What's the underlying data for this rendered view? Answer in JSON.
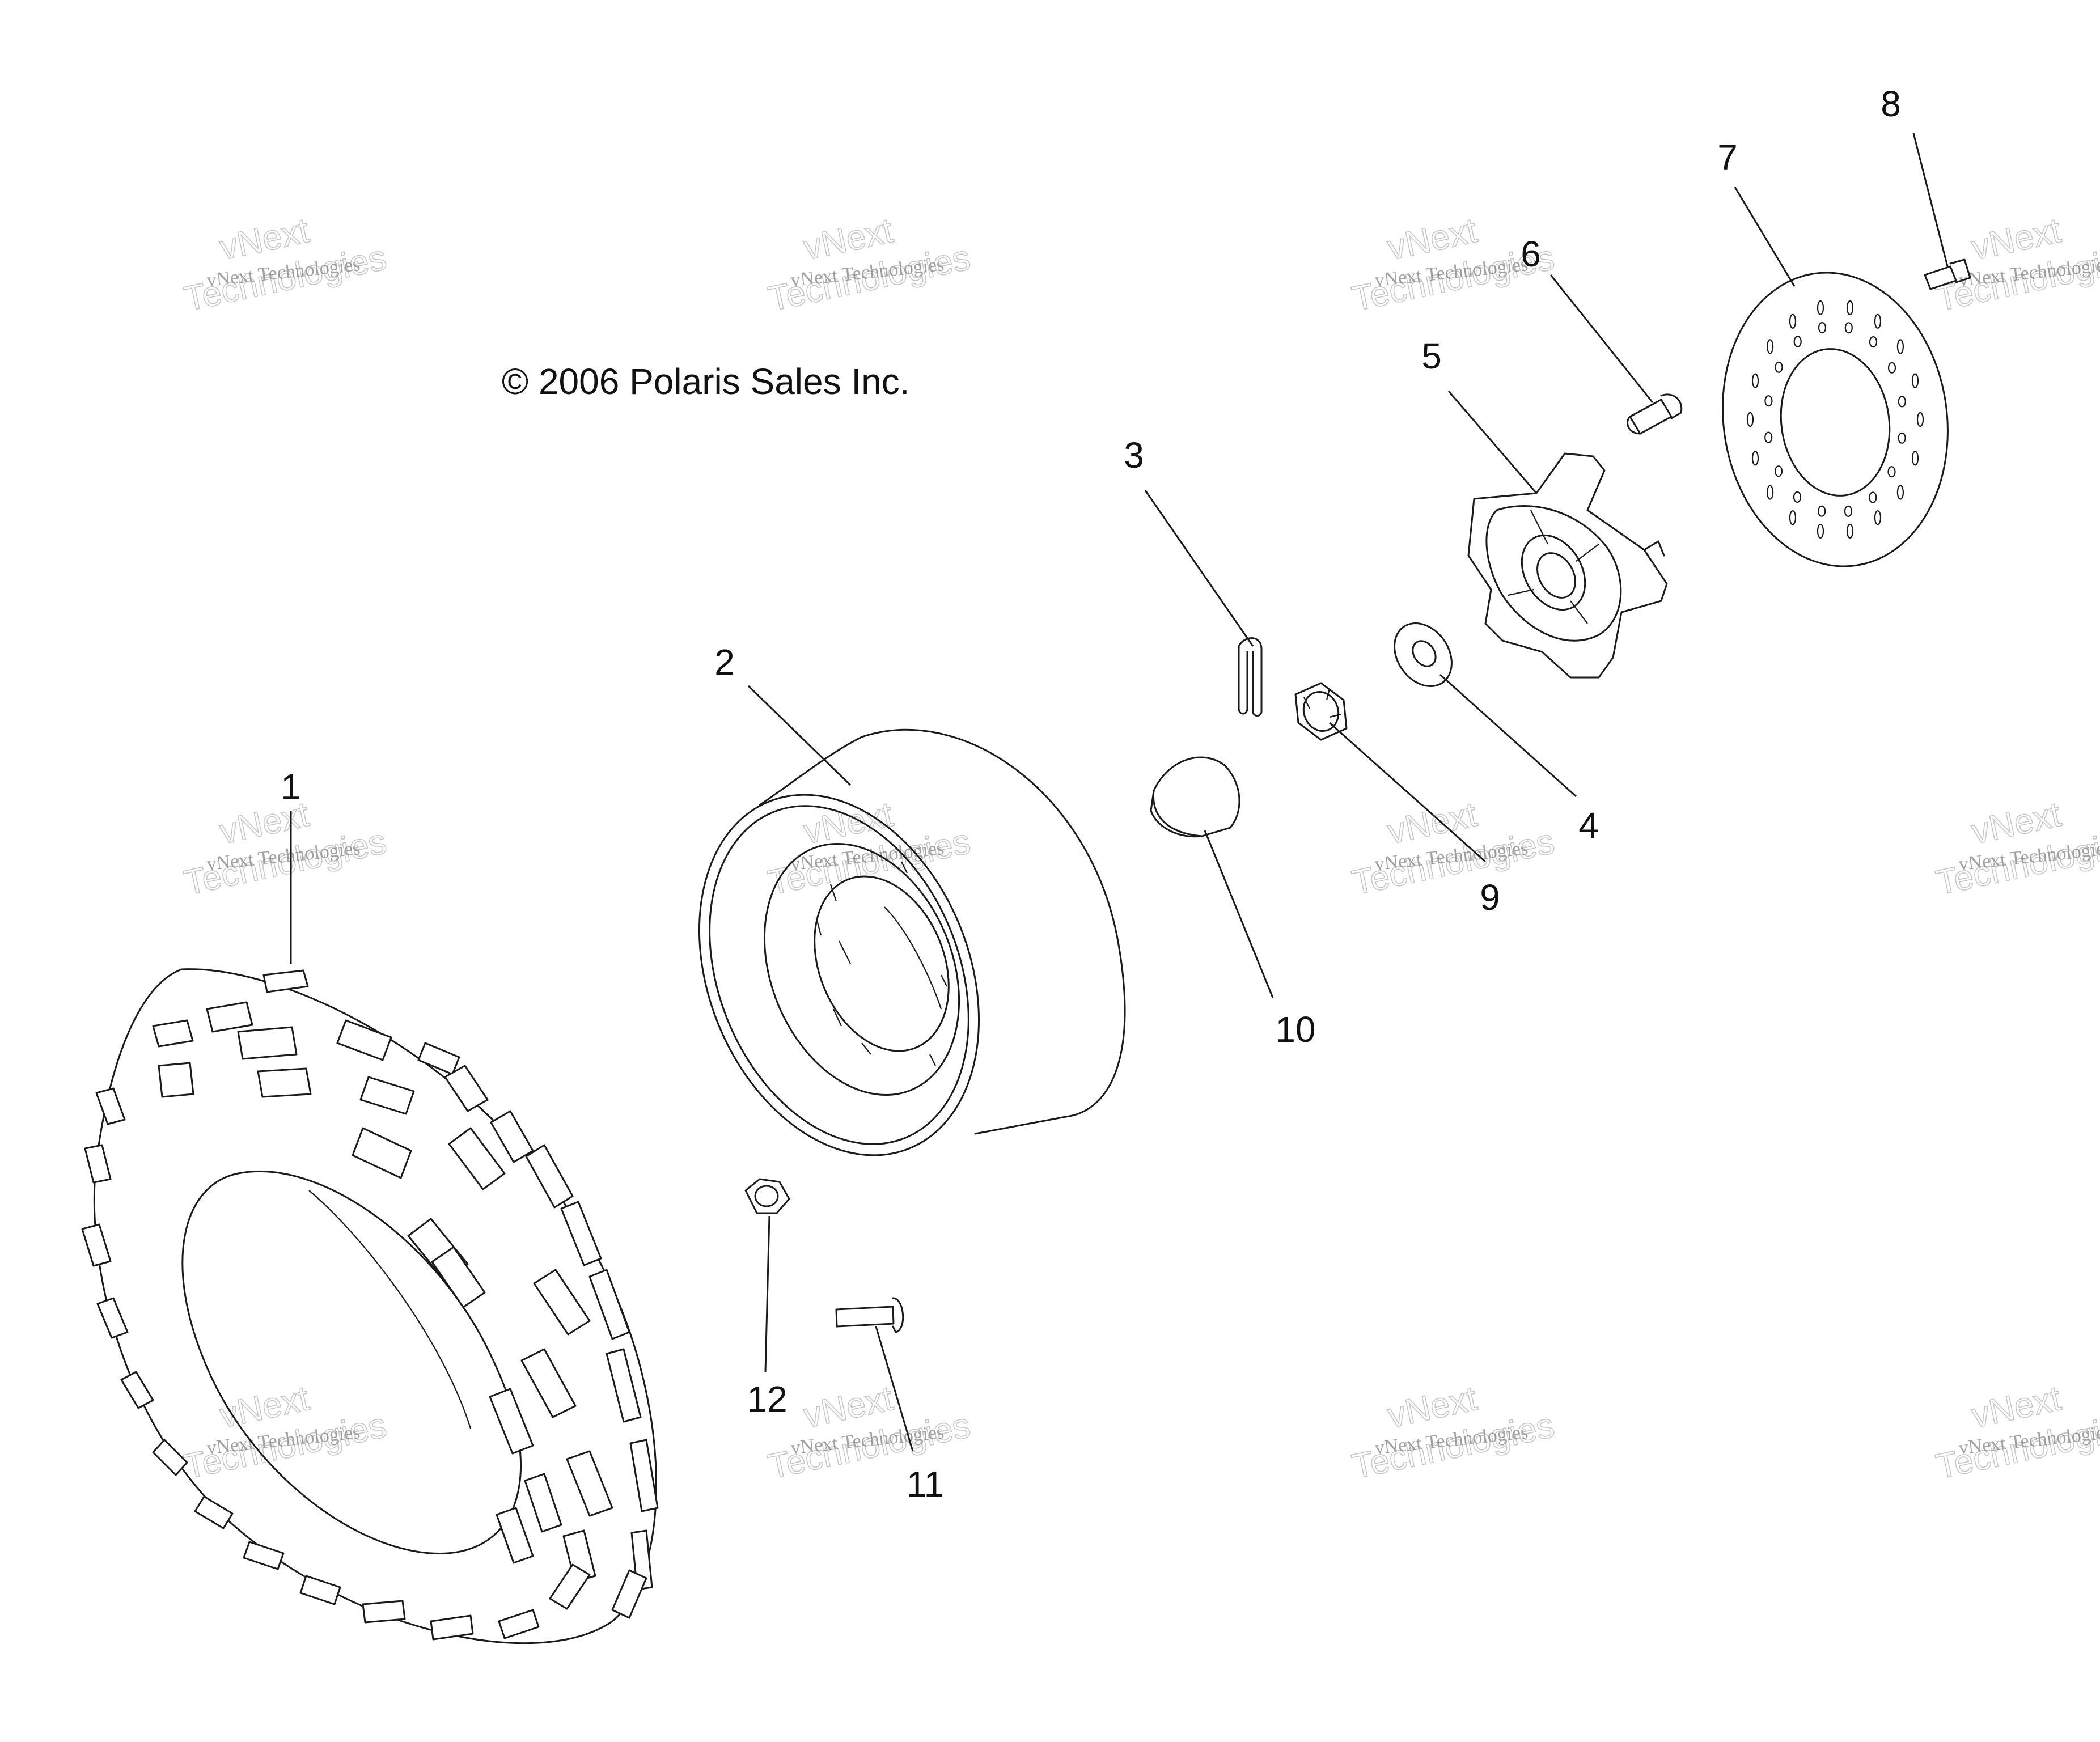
{
  "copyright": "© 2006 Polaris Sales Inc.",
  "watermark": {
    "small": "vNext Technologies",
    "word1": "vNext",
    "word2": "Technologies"
  },
  "callouts": [
    {
      "id": "1",
      "label": "1",
      "part": "tire"
    },
    {
      "id": "2",
      "label": "2",
      "part": "wheel-rim"
    },
    {
      "id": "3",
      "label": "3",
      "part": "cotter-pin"
    },
    {
      "id": "4",
      "label": "4",
      "part": "washer"
    },
    {
      "id": "5",
      "label": "5",
      "part": "hub"
    },
    {
      "id": "6",
      "label": "6",
      "part": "hub-bolt"
    },
    {
      "id": "7",
      "label": "7",
      "part": "brake-disc"
    },
    {
      "id": "8",
      "label": "8",
      "part": "disc-bolt"
    },
    {
      "id": "9",
      "label": "9",
      "part": "castle-nut"
    },
    {
      "id": "10",
      "label": "10",
      "part": "hub-cap"
    },
    {
      "id": "11",
      "label": "11",
      "part": "wheel-stud"
    },
    {
      "id": "12",
      "label": "12",
      "part": "lug-nut"
    }
  ],
  "colors": {
    "line": "#1a1a1a",
    "background": "#ffffff",
    "watermark": "#bdbdbd"
  }
}
